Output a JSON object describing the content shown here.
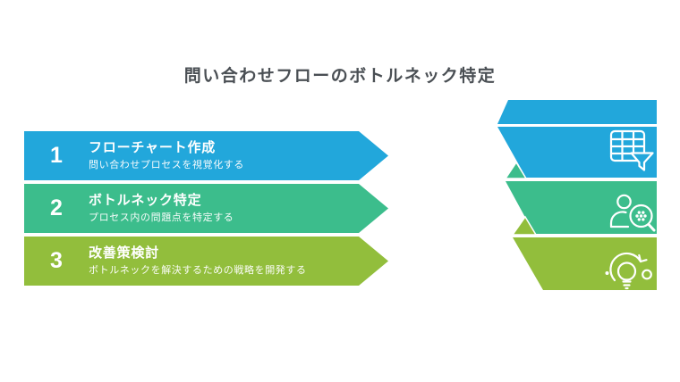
{
  "title": "問い合わせフローのボトルネック特定",
  "colors": {
    "background": "#ffffff",
    "title_text": "#4a4f54",
    "text_on_band": "#ffffff",
    "blue": "#22a7db",
    "green": "#3cbd8c",
    "olive": "#92be3c"
  },
  "steps": [
    {
      "number": "1",
      "title": "フローチャート作成",
      "subtitle": "問い合わせプロセスを視覚化する",
      "color": "#22a7db",
      "icon": "table-filter-icon"
    },
    {
      "number": "2",
      "title": "ボトルネック特定",
      "subtitle": "プロセス内の問題点を特定する",
      "color": "#3cbd8c",
      "icon": "person-magnifier-icon"
    },
    {
      "number": "3",
      "title": "改善策検討",
      "subtitle": "ボトルネックを解決するための戦略を開発する",
      "color": "#92be3c",
      "icon": "lightbulb-cycle-icon"
    }
  ],
  "funnel": {
    "description": "folded ribbon funnel with three icon bands",
    "band_colors": [
      "#22a7db",
      "#22a7db",
      "#3cbd8c",
      "#92be3c"
    ]
  }
}
